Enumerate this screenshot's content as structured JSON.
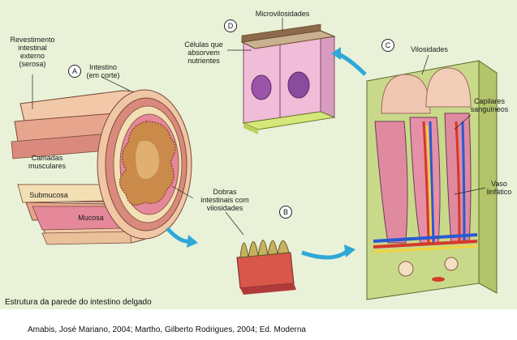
{
  "labels": {
    "revestimento": "Revestimento\nintestinal\nexterno\n(serosa)",
    "intestino": "Intestino\n(em corte)",
    "camadas": "Camadas\nmusculares",
    "submucosa": "Submucosa",
    "mucosa": "Mucosa",
    "microvilosidades": "Microvilosidades",
    "celulas": "Células que\nabsorvem\nnutrientes",
    "vilosidades": "Vilosidades",
    "capilares": "Capilares\nsanguíneos",
    "vaso": "Vaso\nlinfático",
    "dobras": "Dobras\nintestinais com\nvilosidades"
  },
  "badges": {
    "a": "A",
    "b": "B",
    "c": "C",
    "d": "D"
  },
  "caption": "Estrutura da parede do intestino delgado",
  "credit": "Amabis, José Mariano, 2004; Martho, Gilberto Rodrigues, 2004; Ed. Moderna"
}
